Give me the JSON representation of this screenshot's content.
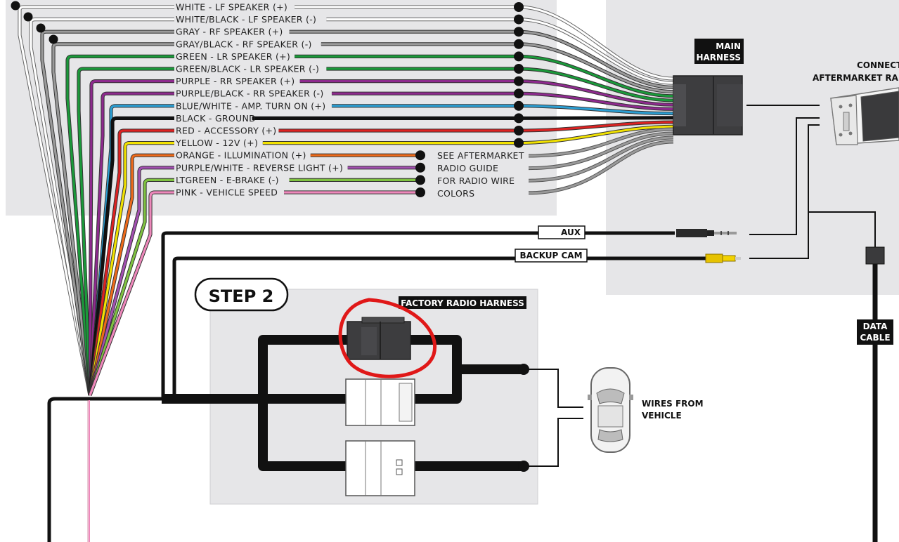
{
  "wire_labels": [
    {
      "text": "WHITE - LF SPEAKER (+)",
      "color": "#ffffff"
    },
    {
      "text": "WHITE/BLACK - LF SPEAKER (-)",
      "color": "#ffffff"
    },
    {
      "text": "GRAY - RF SPEAKER (+)",
      "color": "#9a9a9a"
    },
    {
      "text": "GRAY/BLACK - RF SPEAKER (-)",
      "color": "#9a9a9a"
    },
    {
      "text": "GREEN - LR SPEAKER (+)",
      "color": "#1a9a3a"
    },
    {
      "text": "GREEN/BLACK - LR SPEAKER (-)",
      "color": "#1a9a3a"
    },
    {
      "text": "PURPLE - RR SPEAKER (+)",
      "color": "#8e2a8e"
    },
    {
      "text": "PURPLE/BLACK - RR SPEAKER (-)",
      "color": "#8e2a8e"
    },
    {
      "text": "BLUE/WHITE - AMP. TURN ON (+)",
      "color": "#2b9fd4"
    },
    {
      "text": "BLACK - GROUND",
      "color": "#111111"
    },
    {
      "text": "RED - ACCESSORY (+)",
      "color": "#dd2222"
    },
    {
      "text": "YELLOW - 12V (+)",
      "color": "#f2e200"
    },
    {
      "text": "ORANGE - ILLUMINATION (+)",
      "color": "#ee6a1a"
    },
    {
      "text": "PURPLE/WHITE - REVERSE LIGHT (+)",
      "color": "#a24fb0"
    },
    {
      "text": "LTGREEN - E-BRAKE (-)",
      "color": "#7fc241"
    },
    {
      "text": "PINK - VEHICLE SPEED",
      "color": "#ee88bb"
    }
  ],
  "guide_lines": [
    "SEE AFTERMARKET",
    "RADIO GUIDE",
    "FOR RADIO WIRE",
    "COLORS"
  ],
  "main_harness": {
    "line1": "MAIN",
    "line2": "HARNESS"
  },
  "connect_label": {
    "line1": "CONNECT",
    "line2": "AFTERMARKET RA"
  },
  "aux_label": "AUX",
  "backup_cam_label": "BACKUP CAM",
  "step_label": "STEP 2",
  "factory_label": "FACTORY RADIO HARNESS",
  "vehicle_label": {
    "line1": "WIRES FROM",
    "line2": "VEHICLE"
  },
  "data_cable_label": {
    "line1": "DATA",
    "line2": "CABLE"
  },
  "colors": {
    "panel": "#e6e6e8",
    "highlight": "#e01818",
    "cable": "#111111"
  }
}
